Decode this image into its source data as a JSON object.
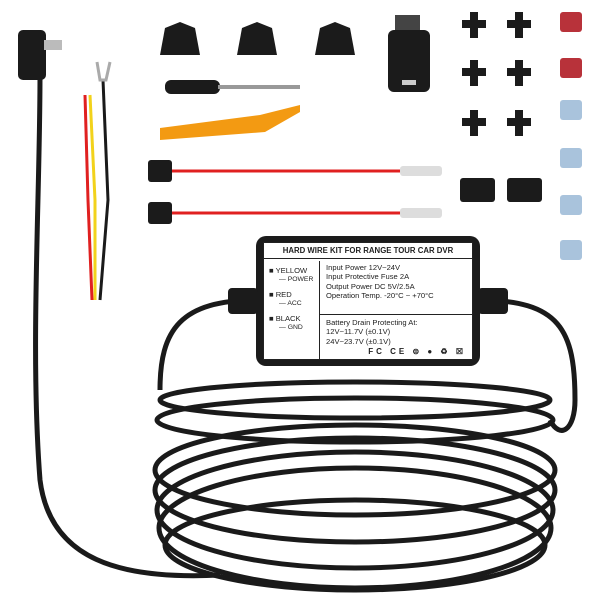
{
  "product_label": {
    "title": "HARD WIRE KIT FOR RANGE TOUR CAR DVR",
    "wires": [
      {
        "color": "YELLOW",
        "function": "POWER"
      },
      {
        "color": "RED",
        "function": "ACC"
      },
      {
        "color": "BLACK",
        "function": "GND"
      }
    ],
    "specs": [
      "Input Power 12V~24V",
      "Input Protective Fuse  2A",
      "Output Power DC   5V/2.5A",
      "Operation Temp.  -20°C ~ +70°C"
    ],
    "battery_drain_title": "Battery Drain Protecting At:",
    "battery_drain": [
      "12V~11.7V (±0.1V)",
      "24V~23.7V (±0.1V)"
    ],
    "certifications": "FC CE ⊜ ● ♻ ☒"
  },
  "colors": {
    "cable": "#1a1a1a",
    "wire_red": "#e02020",
    "wire_yellow": "#f2d21b",
    "pry_tool": "#f39a12",
    "fuse_red": "#b8323a",
    "fuse_blue": "#a9c3dc"
  }
}
